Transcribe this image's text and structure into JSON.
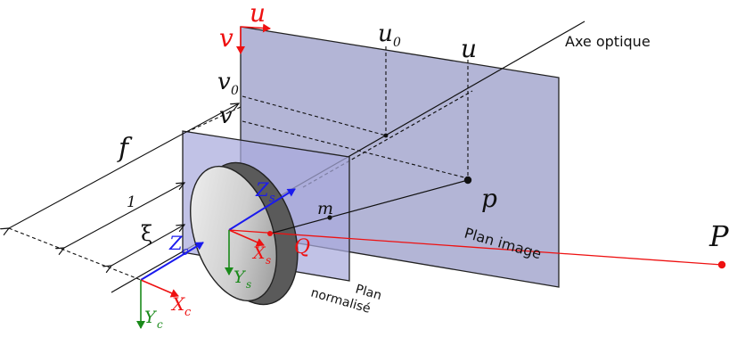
{
  "colors": {
    "image_plane_fill": "#9a9cc8",
    "normalized_plane_fill": "#a9aadd",
    "sphere_light": "#f2f2f2",
    "sphere_dark": "#8a8a8a",
    "rim": "#444444",
    "red": "#ee1111",
    "blue": "#1a1aee",
    "green": "#1a8a1a",
    "black": "#111111"
  },
  "labels": {
    "u_top": "u",
    "v_top": "v",
    "u0": "u",
    "u0_sub": "0",
    "u_right": "u",
    "v0": "v",
    "v0_sub": "0",
    "v_left": "v",
    "axe_optique": "Axe optique",
    "f": "f",
    "one": "1",
    "xi": "ξ",
    "zs": "Z",
    "zs_sub": "s",
    "zc": "Z",
    "zc_sub": "c",
    "xs": "X",
    "xs_sub": "s",
    "xc": "X",
    "xc_sub": "c",
    "ys": "Y",
    "ys_sub": "s",
    "yc": "Y",
    "yc_sub": "c",
    "m": "m",
    "q": "Q",
    "p": "p",
    "P": "P",
    "plan_image": "Plan image",
    "plan_normalise_1": "Plan",
    "plan_normalise_2": "normalisé"
  }
}
